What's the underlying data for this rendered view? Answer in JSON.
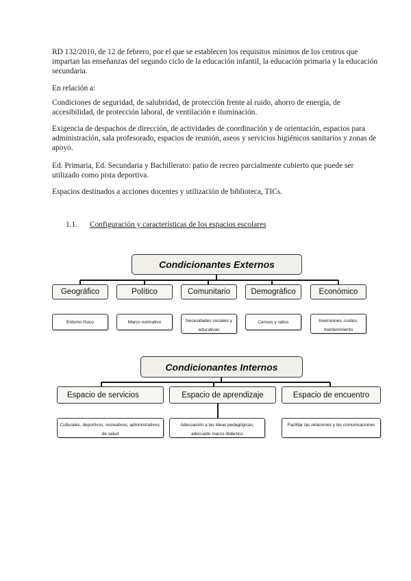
{
  "paragraphs": [
    "RD 132/2010, de 12 de febrero, por el que se establecen los requisitos mínimos de los centros que impartan las enseñanzas del segundo ciclo de la educación infantil, la educación primaria y la educación secundaria.",
    "En relación a:",
    "Condiciones de seguridad, de salubridad, de protección frente al ruido, ahorro de energía, de accesibilidad, de protección laboral, de ventilación e iluminación.",
    "Exigencia de despachos de dirección, de actividades de coordinación y de orientación, espacios para administración, sala profesorado, espacios de reunión, aseos y servicios higiénicos sanitarios y zonas de apoyo.",
    "Ed. Primaria, Ed. Secundaria y Bachillerato: patio de recreo parcialmente cubierto que puede ser utilizado como pista deportiva.",
    "Espacios destinados a acciones docentes y utilización de biblioteca, TICs."
  ],
  "section": {
    "number": "1.1.",
    "title": "Configuración y características de los espacios escolares"
  },
  "externos": {
    "title": "Condicionantes Externos",
    "categories": [
      "Geográfico",
      "Político",
      "Comunitario",
      "Demográfico",
      "Económico"
    ],
    "details": [
      "Entorno físico",
      "Marco normativo",
      "Necesidades sociales y educativas",
      "Censos y ratios",
      "Inversiones, costes, mantenimiento"
    ]
  },
  "internos": {
    "title": "Condicionantes Internos",
    "categories": [
      "Espacio de servicios",
      "Espacio de aprendizaje",
      "Espacio de encuentro"
    ],
    "details": [
      "Culturales, deportivos, recreativos, administrativos, de salud",
      "Adecuación a las ideas pedagógicas, adecuado marco didáctico",
      "Facilitar las relaciones y las comunicaciones"
    ]
  }
}
